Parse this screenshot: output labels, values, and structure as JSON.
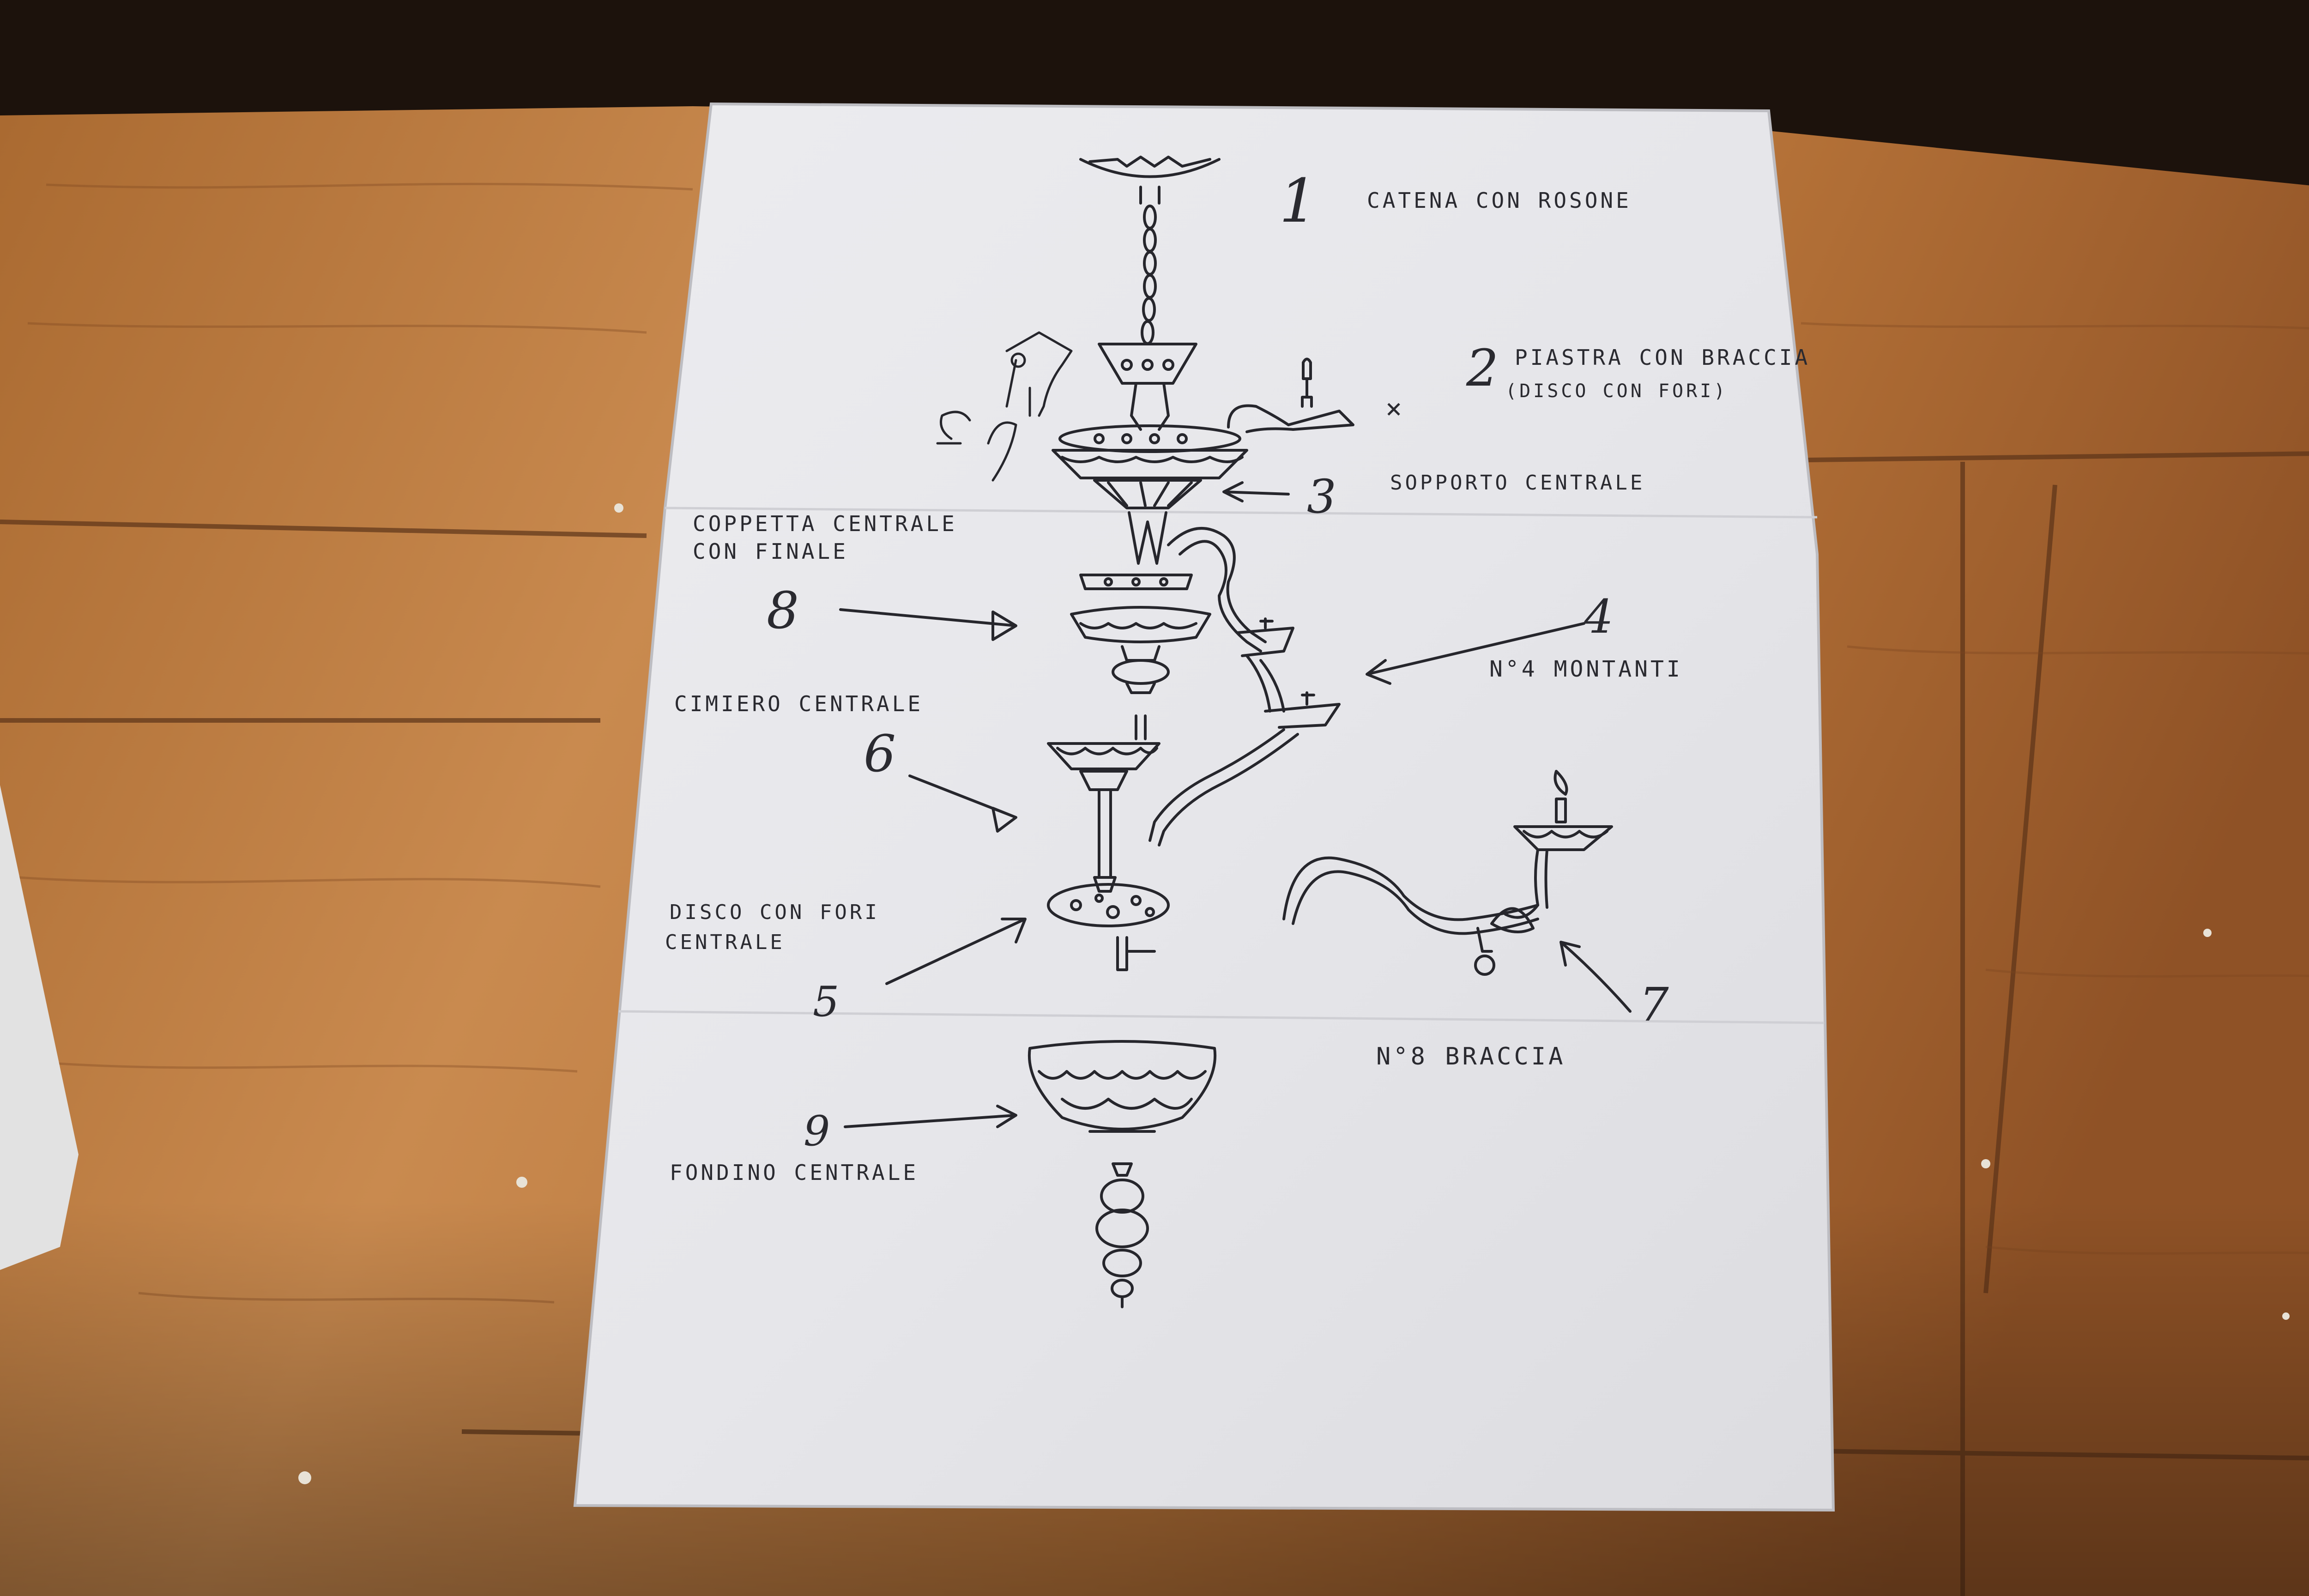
{
  "sheet": {
    "labels": {
      "l1": {
        "num": "1",
        "text": "CATENA CON ROSONE"
      },
      "l2": {
        "num": "2",
        "line1": "PIASTRA CON BRACCIA",
        "line2": "(DISCO CON FORI)",
        "mark": "×"
      },
      "l3": {
        "num": "3",
        "text": "SOPPORTO CENTRALE"
      },
      "l8": {
        "num": "8",
        "line1": "COPPETTA CENTRALE",
        "line2": "CON FINALE"
      },
      "l4": {
        "num": "4",
        "text": "N°4 MONTANTI"
      },
      "l6": {
        "num": "6",
        "text": "CIMIERO CENTRALE"
      },
      "l5": {
        "num": "5",
        "line1": "DISCO CON FORI",
        "line2": "CENTRALE"
      },
      "l7": {
        "num": "7",
        "text": "N°8 BRACCIA"
      },
      "l9": {
        "num": "9",
        "text": "FONDINO CENTRALE"
      }
    }
  },
  "colors": {
    "wood_light": "#c8844a",
    "wood_dark": "#8a5028",
    "paper": "#e9e9ec",
    "ink": "#26262c"
  }
}
